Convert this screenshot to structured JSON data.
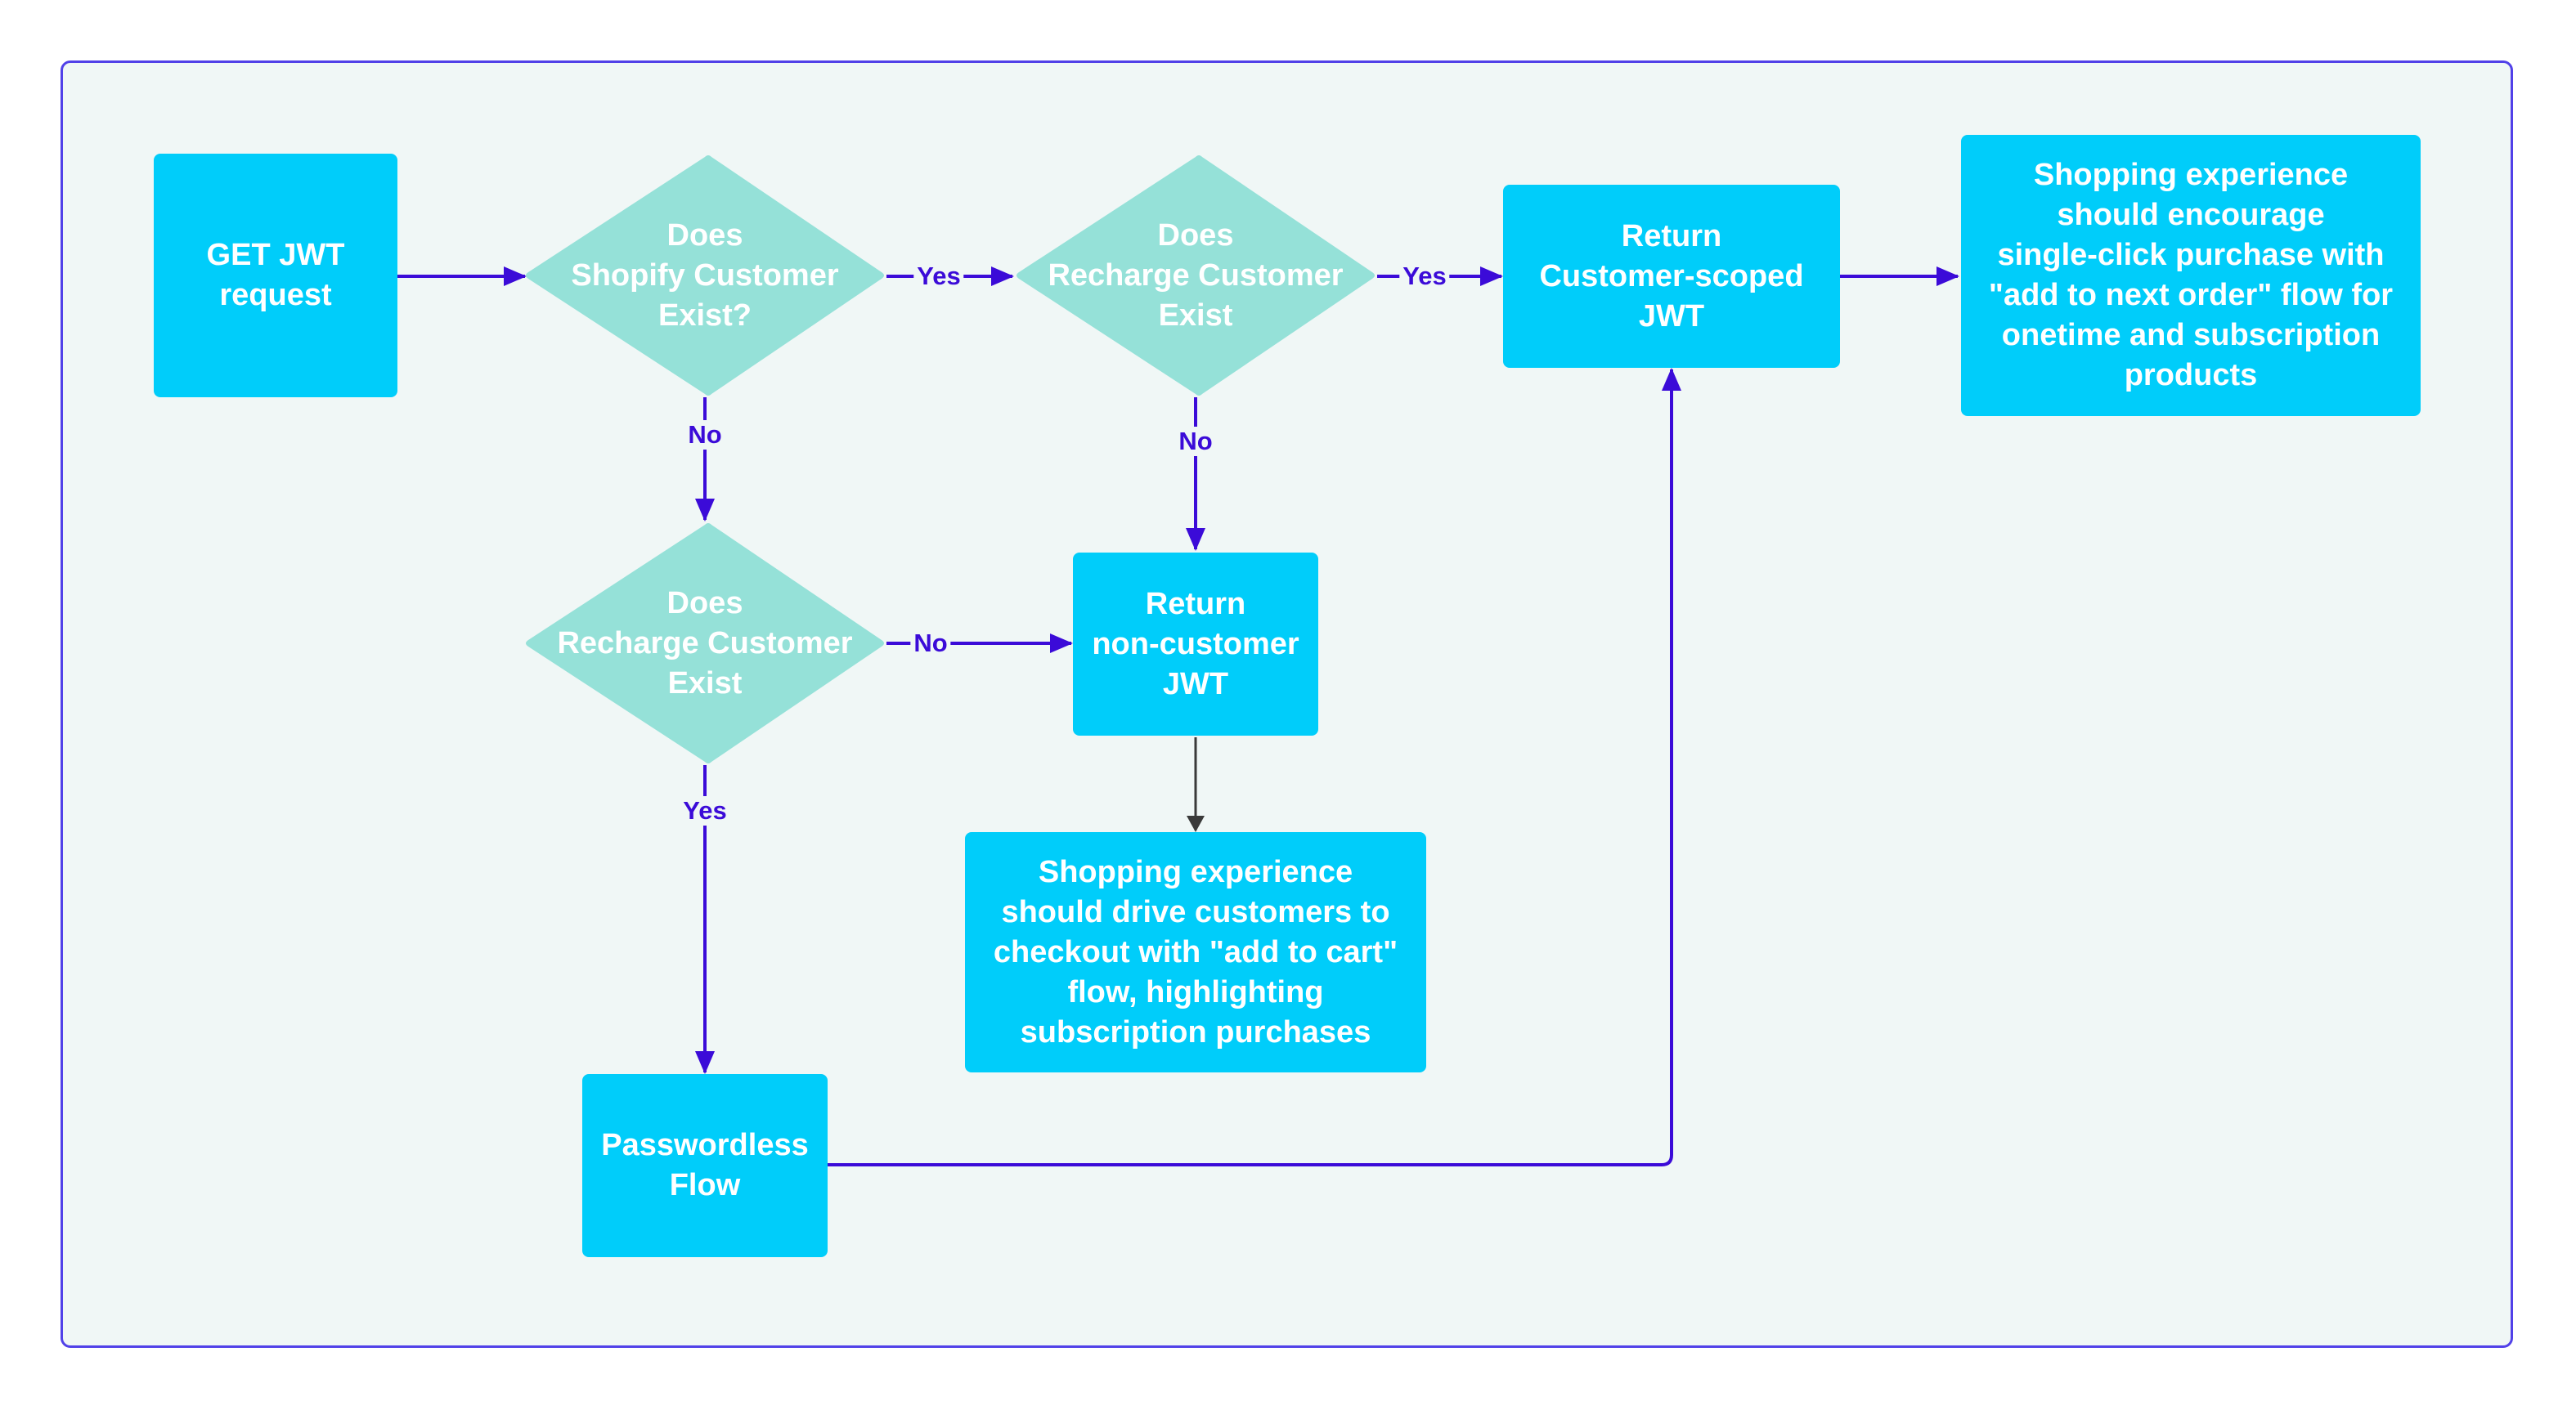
{
  "colors": {
    "frame_border": "#5141e8",
    "background": "#f0f7f6",
    "process_fill": "#00cdfa",
    "decision_fill": "#95e1d8",
    "edge": "#3b0bd8",
    "edge_dark": "#3a3a3a",
    "text": "#ffffff"
  },
  "nodes": {
    "get_jwt": "GET JWT\nrequest",
    "shopify_customer": "Does\nShopify Customer\nExist?",
    "recharge_customer_top": "Does\nRecharge Customer\nExist",
    "return_customer_jwt": "Return\nCustomer-scoped\nJWT",
    "encourage_single_click": "Shopping experience\nshould encourage\nsingle-click purchase with\n\"add to next order\" flow for\nonetime and subscription\nproducts",
    "recharge_customer_bottom": "Does\nRecharge Customer\nExist",
    "return_noncustomer_jwt": "Return\nnon-customer\nJWT",
    "drive_checkout": "Shopping experience\nshould drive customers to\ncheckout with \"add to cart\"\nflow, highlighting\nsubscription purchases",
    "passwordless_flow": "Passwordless\nFlow"
  },
  "edge_labels": {
    "shopify_yes": "Yes",
    "recharge_top_yes": "Yes",
    "shopify_no": "No",
    "recharge_top_no": "No",
    "recharge_bottom_no": "No",
    "recharge_bottom_yes": "Yes"
  }
}
